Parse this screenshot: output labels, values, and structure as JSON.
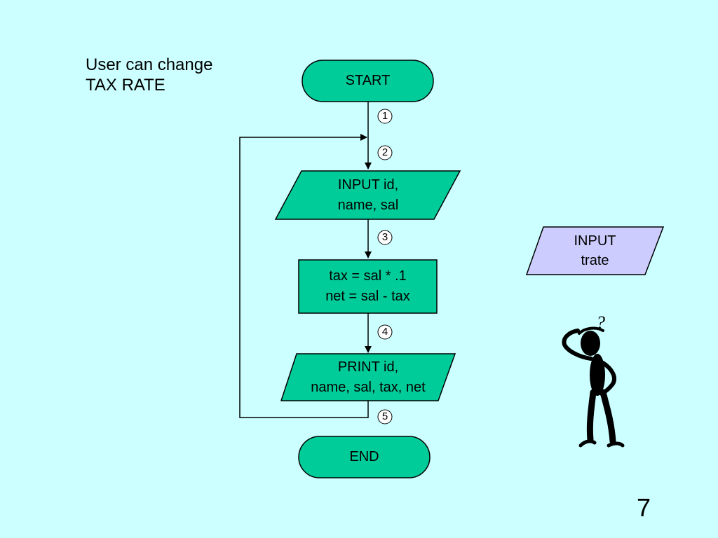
{
  "note": {
    "line1": "User can change",
    "line2": "TAX RATE"
  },
  "flowchart": {
    "start_label": "START",
    "input_line1": "INPUT id,",
    "input_line2": "name, sal",
    "process_line1": "tax = sal * .1",
    "process_line2": "net = sal - tax",
    "print_line1": "PRINT id,",
    "print_line2": "name, sal, tax, net",
    "end_label": "END",
    "steps": [
      "1",
      "2",
      "3",
      "4",
      "5"
    ]
  },
  "side_input": {
    "line1": "INPUT",
    "line2": "trate"
  },
  "question_mark": "?",
  "page_number": "7",
  "colors": {
    "background": "#ccffff",
    "flow_fill": "#00cc99",
    "side_input_fill": "#ccccff",
    "stroke": "#000000",
    "figure": "#000000"
  }
}
